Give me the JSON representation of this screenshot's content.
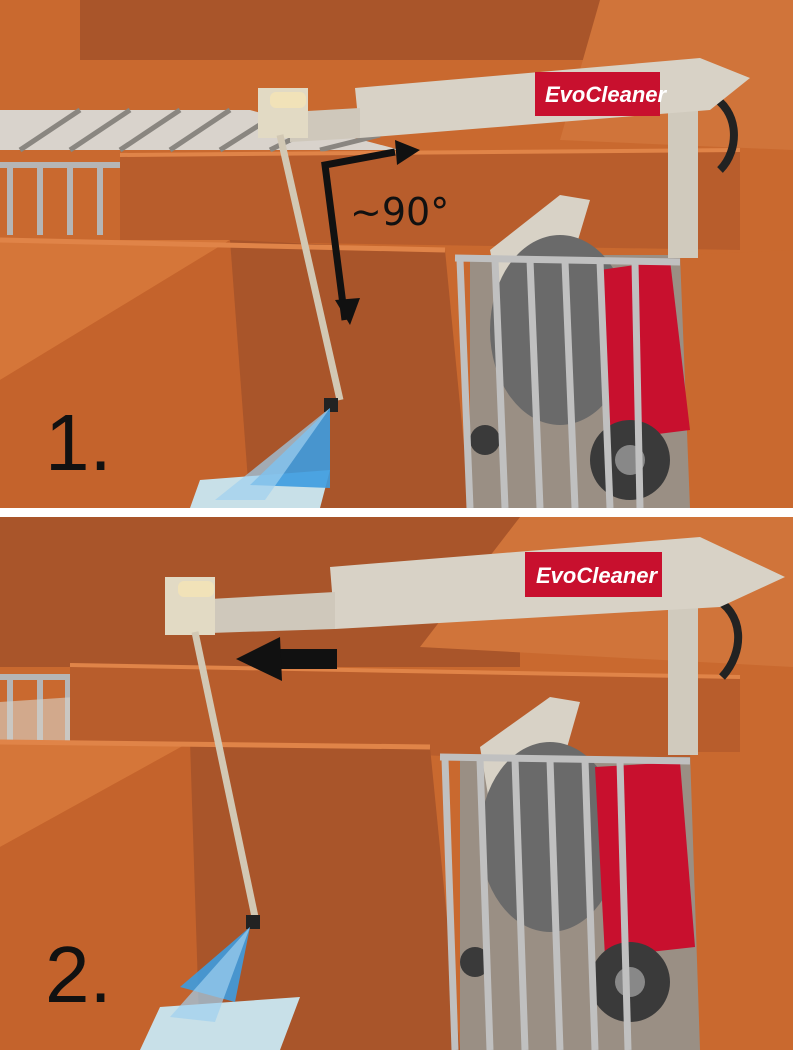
{
  "figure": {
    "panels": [
      {
        "step_label": "1.",
        "angle_label": "~90°",
        "brand": "EvoCleaner",
        "arrow_direction": "right-down"
      },
      {
        "step_label": "2.",
        "brand": "EvoCleaner",
        "arrow_direction": "left"
      }
    ]
  },
  "colors": {
    "pen_wall": "#c9692f",
    "pen_wall_shadow": "#a9552a",
    "floor": "#d9d3cc",
    "robot_body": "#d8d2c6",
    "brand_red": "#c8102e",
    "water_spray": "#3d9ce0",
    "arrow": "#111111"
  }
}
